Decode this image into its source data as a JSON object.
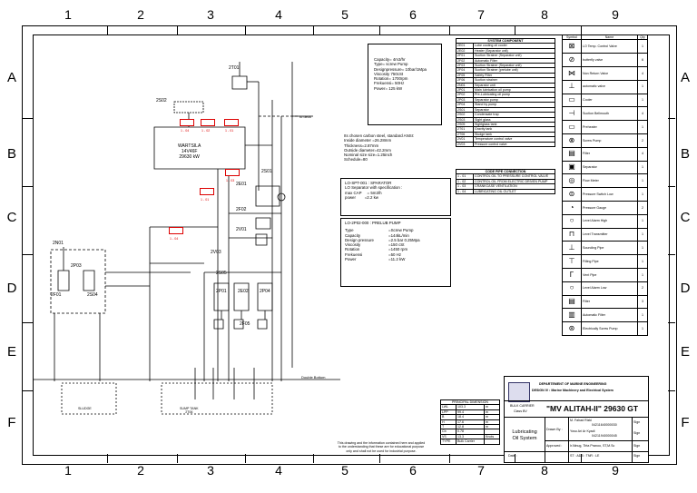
{
  "grid": {
    "columns": [
      "1",
      "2",
      "3",
      "4",
      "5",
      "6",
      "7",
      "8",
      "9"
    ],
    "rows": [
      "A",
      "B",
      "C",
      "D",
      "E",
      "F"
    ]
  },
  "notes": {
    "spec_small": "Capacity= 4m3/hr\nType= screw Pump\nDesignpressure= 10bar/1Mpa\nViscosity 750cSt\nRotation= 1700rpm\nFrekuensi= 50Hz\nPower= 125 kW",
    "pipe": "Its chosen carbon steel, standard ANSI:\nInside diameter =26.28mm\nThickness=2.87mm\nOutside diameter=42.2mm\nNominal size size=1.25inch\nSchedule=80",
    "separator": "LO-SPT-001 : SPARATOR\nLO Separator with specification :\nmax CAP     = 5m3/h\npower        =2.2 kw",
    "prelub_title": "LO-2P02-000 : PRELUB PUMP",
    "prelub_rows": [
      [
        "Type",
        "=Screw Pump"
      ],
      [
        "Capacity",
        "=144kL/min"
      ],
      [
        "Design pressure",
        "=2.5 bar 0.25Mpa"
      ],
      [
        "Viscosity",
        "=150 cSt"
      ],
      [
        "Rotation",
        "=1450 rpm"
      ],
      [
        "Frekuensi",
        "=50 Hz"
      ],
      [
        "Power",
        "=11.2 kW"
      ]
    ],
    "disclaimer": "This drawing and the information contained here and applied\nto the understanding that these are for educational purpose\nonly and shall not be used for industrial purpose."
  },
  "system_component": {
    "title": "SYSTEM COMPONENT",
    "rows": [
      [
        "2E01",
        "Lube cooling oil cooler"
      ],
      [
        "2E02",
        "Heater (Separator unit)"
      ],
      [
        "2F01",
        "Suction Strainer (Separator unit)"
      ],
      [
        "2F02",
        "Automatic Filter"
      ],
      [
        "2F03",
        "Suction Strainer (Separator unit)"
      ],
      [
        "2F04",
        "Suction Strainer (prelube unit)"
      ],
      [
        "2F05",
        "Safety Filter"
      ],
      [
        "2F06",
        "Suction strainer"
      ],
      [
        "2N01",
        "Separator unit"
      ],
      [
        "2P01",
        "Main lubrication oil pump"
      ],
      [
        "2P02",
        "Pre-Lubricating oil pump"
      ],
      [
        "2P03",
        "Separator pump"
      ],
      [
        "2P04",
        "Stand by pump"
      ],
      [
        "2S01",
        "Separator"
      ],
      [
        "2S02",
        "Condensate trap"
      ],
      [
        "2S03",
        "Sight glass"
      ],
      [
        "2S05",
        "Sightglass tank"
      ],
      [
        "2T01",
        "Gravity tank"
      ],
      [
        "2T06",
        "Sludge tank"
      ],
      [
        "2V01",
        "Temperature control valve"
      ],
      [
        "2V03",
        "Pressure control valve"
      ]
    ]
  },
  "pipe_connection": {
    "title": "CODE PIPE CONNECTION",
    "rows": [
      [
        "1 - 01",
        "CONTROL OIL TO PRESSURE CONTROL VALVE"
      ],
      [
        "1 - 02",
        "CONTROL OIL FROM ELECTRIC DRIVEN PUMP"
      ],
      [
        "1 - 03",
        "CRANKCASE VENTILATION"
      ],
      [
        "1 - 04",
        "LUBRICATING OIL OUTLET"
      ]
    ]
  },
  "legend": {
    "headers": [
      "Symbol",
      "Name",
      "Qty"
    ],
    "rows": [
      {
        "icon": "temperature-control-valve-icon",
        "name": "LO Temp. Control Valve",
        "qty": "1"
      },
      {
        "icon": "butterfly-valve-icon",
        "name": "butterfly valve",
        "qty": "6"
      },
      {
        "icon": "non-return-valve-icon",
        "name": "Non Return Valve",
        "qty": "4"
      },
      {
        "icon": "automatic-valve-icon",
        "name": "automatic valve",
        "qty": "1"
      },
      {
        "icon": "cooler-icon",
        "name": "Cooler",
        "qty": "1"
      },
      {
        "icon": "suction-bellmouth-icon",
        "name": "Suction Bellmouth",
        "qty": "4"
      },
      {
        "icon": "preheater-icon",
        "name": "Preheater",
        "qty": "1"
      },
      {
        "icon": "screw-pump-icon",
        "name": "Screw Pump",
        "qty": "2"
      },
      {
        "icon": "filter-icon",
        "name": "Filter",
        "qty": "4"
      },
      {
        "icon": "separator-icon",
        "name": "Separator",
        "qty": "1"
      },
      {
        "icon": "flow-meter-icon",
        "name": "Flow Meter",
        "qty": "1"
      },
      {
        "icon": "pressure-switch-icon",
        "name": "Pressure Switch Low",
        "qty": "1"
      },
      {
        "icon": "pressure-gauge-icon",
        "name": "Pressure Gauge",
        "qty": "2"
      },
      {
        "icon": "level-alarm-high-icon",
        "name": "Level Alarm High",
        "qty": "1"
      },
      {
        "icon": "level-transmitter-icon",
        "name": "Level Transmitter",
        "qty": "1"
      },
      {
        "icon": "sounding-pipe-icon",
        "name": "Sounding Pipe",
        "qty": "1"
      },
      {
        "icon": "filling-pipe-icon",
        "name": "Filling Pipe",
        "qty": "1"
      },
      {
        "icon": "vent-pipe-icon",
        "name": "Vent Pipe",
        "qty": "1"
      },
      {
        "icon": "level-alarm-low-icon",
        "name": "Level Alarm Low",
        "qty": "2"
      },
      {
        "icon": "filter-icon",
        "name": "Filter",
        "qty": "3"
      },
      {
        "icon": "automatic-filter-icon",
        "name": "Automatic Filter",
        "qty": "1"
      },
      {
        "icon": "electric-screw-pump-icon",
        "name": "Electrically Screw Pump",
        "qty": "1"
      }
    ]
  },
  "principal_dimension": {
    "title": "PRINCIPAL DIMENSION",
    "rows": [
      [
        "LWL",
        "103.3",
        "m"
      ],
      [
        "LPP",
        "99.4",
        "m"
      ],
      [
        "B",
        "18.4",
        "m"
      ],
      [
        "H",
        "17.6",
        "m"
      ],
      [
        "T",
        "12.8",
        "m"
      ],
      [
        "Cb",
        "0.78",
        ""
      ],
      [
        "VS",
        "13.3",
        "Knots"
      ],
      [
        "TYPE",
        "Bulk Carrier",
        ""
      ]
    ]
  },
  "title_block": {
    "dept": "DEPARTEMENT OF MARINE ENGINEERING",
    "design": "DESIGN IV : Marine Machinery and Electrical System",
    "ship_type": "BULK CARRIER",
    "class": "Class BV",
    "ship_name": "\"MV ALITAH-II\" 29630 GT",
    "drawing": "Lubricating\nOil System",
    "drawn_by_label": "Drawn By :",
    "drawn_by": "M. Fahad Rizki",
    "drawn_by_id": "04211640000030",
    "name2": "Yoso Ari Ar Kyadi",
    "name2_id": "04211940000045",
    "approved_label": "Approved :",
    "approved": "Ir.Ninug, Tirta Pranoo, ST,M.Sc",
    "date_label": "Date :",
    "scale": "ST : ADB : TNR : LE",
    "sign": "Sign"
  },
  "diagram_labels": {
    "t01": "2T01",
    "s02": "2S02",
    "engine": "WARTSILA\n14V46F\n29630 kW",
    "s01": "2S01",
    "e01": "2E01",
    "f02": "2F02",
    "v01": "2V01",
    "v03": "2V03",
    "n01": "2N01",
    "p03": "2P03",
    "f01": "2F01",
    "s04": "2S04",
    "p01": "2P01",
    "p04": "2P04",
    "e02": "2E02",
    "f05": "2F05",
    "s05": "2S05",
    "t06": "2T06",
    "sump": "SUMP TANK\n2T06",
    "sludge": "SLUDGE",
    "to_deck": "to deck",
    "double_bottom": "Double Bottom",
    "to_ws": "to WS"
  },
  "codes": [
    "1 - 04",
    "1 - 02",
    "1 - 01",
    "1 - 03",
    "1 - 01",
    "1 - 04"
  ]
}
